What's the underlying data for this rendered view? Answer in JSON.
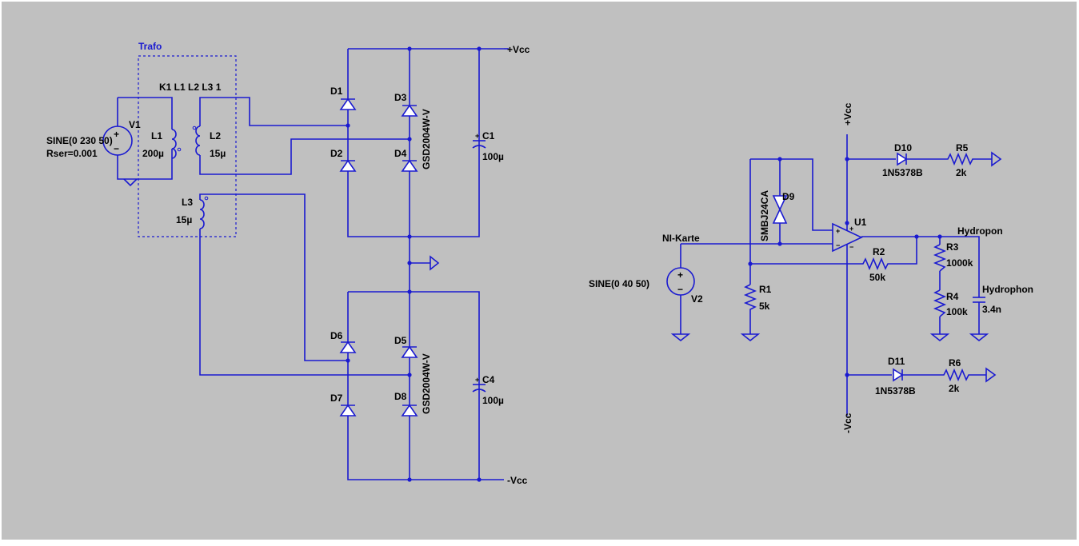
{
  "colors": {
    "background": "#c0c0c0",
    "wire": "#1a1ad0",
    "text": "#000000",
    "frame": "#ffffff"
  },
  "labels": {
    "trafo": "Trafo",
    "coupling": "K1 L1 L2 L3 1",
    "v1_spec": "SINE(0 230 50)",
    "v1_rser": "Rser=0.001",
    "v1": "V1",
    "l1": "L1",
    "l1_val": "200µ",
    "l2": "L2",
    "l2_val": "15µ",
    "l3": "L3",
    "l3_val": "15µ",
    "d1": "D1",
    "d2": "D2",
    "d3": "D3",
    "d4": "D4",
    "d5": "D5",
    "d6": "D6",
    "d7": "D7",
    "d8": "D8",
    "bridge_part_top": "GSD2004W-V",
    "bridge_part_bottom": "GSD2004W-V",
    "c1": "C1",
    "c1_val": "100µ",
    "c4": "C4",
    "c4_val": "100µ",
    "vcc_pos_top": "+Vcc",
    "vcc_neg_bottom": "-Vcc",
    "vcc_pos_right": "+Vcc",
    "vcc_neg_right": "-Vcc",
    "d10": "D10",
    "d10_part": "1N5378B",
    "r5": "R5",
    "r5_val": "2k",
    "d11": "D11",
    "d11_part": "1N5378B",
    "r6": "R6",
    "r6_val": "2k",
    "d9_part": "SMBJ24CA",
    "d9": "D9",
    "u1": "U1",
    "ni_karte": "NI-Karte",
    "v2_spec": "SINE(0 40 50)",
    "v2": "V2",
    "r1": "R1",
    "r1_val": "5k",
    "r2": "R2",
    "r2_val": "50k",
    "r3": "R3",
    "r3_val": "1000k",
    "r4": "R4",
    "r4_val": "100k",
    "hydropon": "Hydropon",
    "hydrophon": "Hydrophon",
    "c_hydro_val": "3.4n",
    "plus_sign": "+",
    "minus_sign": "−"
  }
}
